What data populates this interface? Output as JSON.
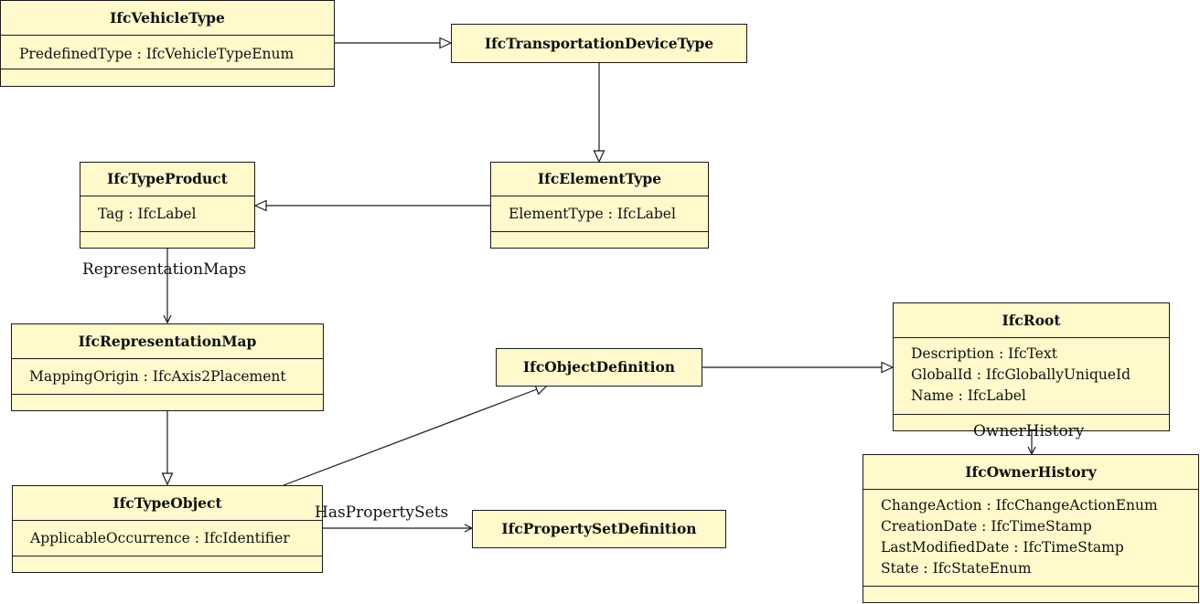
{
  "classes": {
    "vehicle_type": {
      "name": "IfcVehicleType",
      "attributes": [
        "PredefinedType : IfcVehicleTypeEnum"
      ]
    },
    "transportation_device_type": {
      "name": "IfcTransportationDeviceType"
    },
    "type_product": {
      "name": "IfcTypeProduct",
      "attributes": [
        "Tag : IfcLabel"
      ]
    },
    "element_type": {
      "name": "IfcElementType",
      "attributes": [
        "ElementType : IfcLabel"
      ]
    },
    "representation_map": {
      "name": "IfcRepresentationMap",
      "attributes": [
        "MappingOrigin : IfcAxis2Placement"
      ]
    },
    "object_definition": {
      "name": "IfcObjectDefinition"
    },
    "root": {
      "name": "IfcRoot",
      "attributes": [
        "Description : IfcText",
        "GlobalId : IfcGloballyUniqueId",
        "Name : IfcLabel"
      ]
    },
    "type_object": {
      "name": "IfcTypeObject",
      "attributes": [
        "ApplicableOccurrence : IfcIdentifier"
      ]
    },
    "property_set_definition": {
      "name": "IfcPropertySetDefinition"
    },
    "owner_history": {
      "name": "IfcOwnerHistory",
      "attributes": [
        "ChangeAction : IfcChangeActionEnum",
        "CreationDate : IfcTimeStamp",
        "LastModifiedDate : IfcTimeStamp",
        "State : IfcStateEnum"
      ]
    }
  },
  "relations": {
    "representation_maps": "RepresentationMaps",
    "has_property_sets": "HasPropertySets",
    "owner_history": "OwnerHistory"
  },
  "colors": {
    "class_fill": "#fff9cc",
    "line": "#1a1a1a"
  }
}
